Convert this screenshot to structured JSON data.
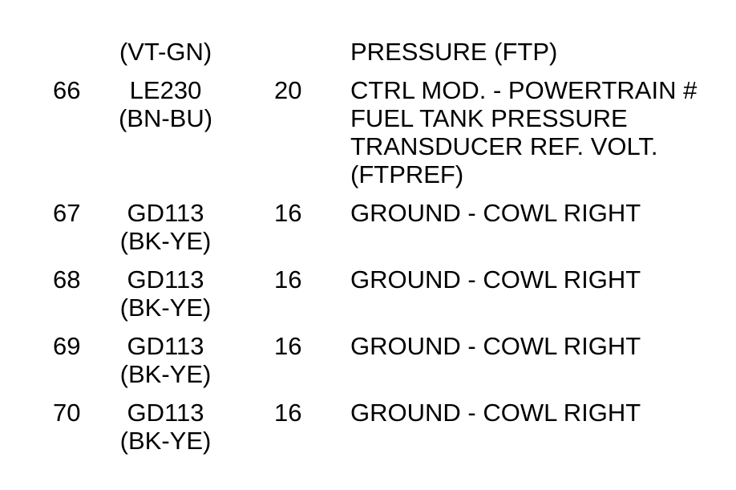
{
  "document": {
    "kind": "connector-pinout-table",
    "background_color": "#ffffff",
    "text_color": "#000000"
  },
  "rows": [
    {
      "pin": "",
      "circuit": "",
      "color": "(VT-GN)",
      "gauge": "",
      "description_lines": [
        "PRESSURE (FTP)"
      ]
    },
    {
      "pin": "66",
      "circuit": "LE230",
      "color": "(BN-BU)",
      "gauge": "20",
      "description_lines": [
        "CTRL MOD. - POWERTRAIN #",
        "FUEL TANK PRESSURE",
        "TRANSDUCER REF. VOLT.",
        "(FTPREF)"
      ]
    },
    {
      "pin": "67",
      "circuit": "GD113",
      "color": "(BK-YE)",
      "gauge": "16",
      "description_lines": [
        "GROUND - COWL RIGHT"
      ]
    },
    {
      "pin": "68",
      "circuit": "GD113",
      "color": "(BK-YE)",
      "gauge": "16",
      "description_lines": [
        "GROUND - COWL RIGHT"
      ]
    },
    {
      "pin": "69",
      "circuit": "GD113",
      "color": "(BK-YE)",
      "gauge": "16",
      "description_lines": [
        "GROUND - COWL RIGHT"
      ]
    },
    {
      "pin": "70",
      "circuit": "GD113",
      "color": "(BK-YE)",
      "gauge": "16",
      "description_lines": [
        "GROUND - COWL RIGHT"
      ]
    }
  ]
}
